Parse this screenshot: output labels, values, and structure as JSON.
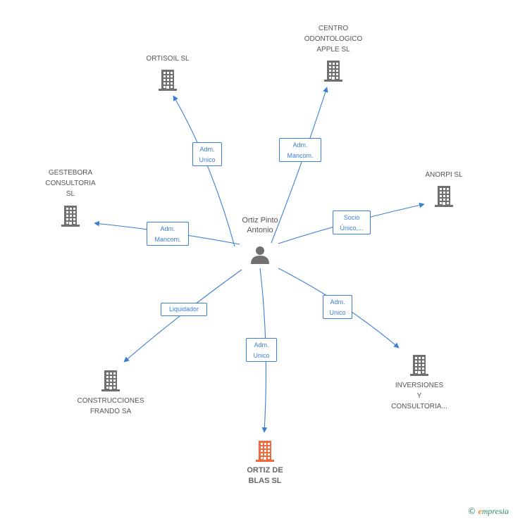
{
  "person": {
    "name_lines": [
      "Ortiz Pinto",
      "Antonio"
    ],
    "icon": "person-icon"
  },
  "companies": [
    {
      "id": "ortisoil",
      "lines": [
        "ORTISOIL SL"
      ],
      "icon": "building-icon",
      "focus": false
    },
    {
      "id": "centro",
      "lines": [
        "CENTRO",
        "ODONTOLOGICO",
        "APPLE SL"
      ],
      "icon": "building-icon",
      "focus": false
    },
    {
      "id": "gestebora",
      "lines": [
        "GESTEBORA",
        "CONSULTORIA",
        "SL"
      ],
      "icon": "building-icon",
      "focus": false
    },
    {
      "id": "anorpi",
      "lines": [
        "ANORPI SL"
      ],
      "icon": "building-icon",
      "focus": false
    },
    {
      "id": "construcciones",
      "lines": [
        "CONSTRUCCIONES",
        "FRANDO SA"
      ],
      "icon": "building-icon",
      "focus": false
    },
    {
      "id": "inversiones",
      "lines": [
        "INVERSIONES",
        "Y",
        "CONSULTORIA..."
      ],
      "icon": "building-icon",
      "focus": false
    },
    {
      "id": "ortiz",
      "lines": [
        "ORTIZ DE",
        "BLAS SL"
      ],
      "icon": "building-icon",
      "focus": true
    }
  ],
  "relations": [
    {
      "to": "ortisoil",
      "lines": [
        "Adm.",
        "Unico"
      ]
    },
    {
      "to": "centro",
      "lines": [
        "Adm.",
        "Mancom."
      ]
    },
    {
      "to": "gestebora",
      "lines": [
        "Adm.",
        "Mancom."
      ]
    },
    {
      "to": "anorpi",
      "lines": [
        "Socio",
        "Único,..."
      ]
    },
    {
      "to": "construcciones",
      "lines": [
        "Liquidador"
      ]
    },
    {
      "to": "inversiones",
      "lines": [
        "Adm.",
        "Unico"
      ]
    },
    {
      "to": "ortiz",
      "lines": [
        "Adm.",
        "Unico"
      ]
    }
  ],
  "colors": {
    "edge": "#3b7fd4",
    "building": "#707070",
    "building_focus": "#f26a3a",
    "person": "#707070"
  },
  "footer": {
    "copyright": "©",
    "brand_initial": "e",
    "brand_rest": "mpresia"
  }
}
